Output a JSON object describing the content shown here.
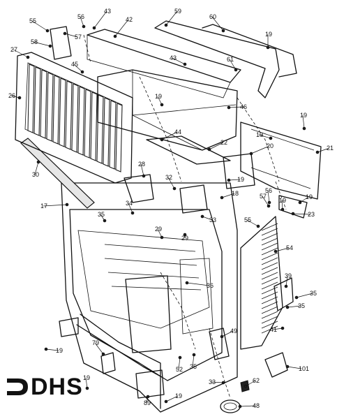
{
  "diagram": {
    "logo_text": "DHS",
    "callouts": {
      "c56a": "56",
      "c43a": "43",
      "c55a": "55",
      "c57a": "57",
      "c42": "42",
      "c59": "59",
      "c60": "60",
      "c19a": "19",
      "c27": "27",
      "c58": "58",
      "c45": "45",
      "c43b": "43",
      "c61": "61",
      "c26": "26",
      "c19b": "19",
      "c46": "46",
      "c44": "44",
      "c19c": "19",
      "c19d": "19",
      "c20": "20",
      "c21": "21",
      "c30": "30",
      "c22": "22",
      "c28": "28",
      "c32": "32",
      "c19e": "19",
      "c18": "18",
      "c56b": "56",
      "c57b": "57",
      "c19f": "19",
      "c19g": "19",
      "c17": "17",
      "c34": "34",
      "c23": "23",
      "c35a": "35",
      "c33": "33",
      "c55b": "55",
      "c29a": "29",
      "c29b": "29",
      "c54": "54",
      "c36": "36",
      "c39": "39",
      "c35b": "35",
      "c35c": "35",
      "c41": "41",
      "c49": "49",
      "c19h": "19",
      "c79": "79",
      "c35d": "35",
      "c101": "101",
      "c52": "52",
      "c19i": "19",
      "c33b": "33",
      "c62": "62",
      "c89": "89",
      "c19j": "19",
      "c48": "48"
    }
  }
}
